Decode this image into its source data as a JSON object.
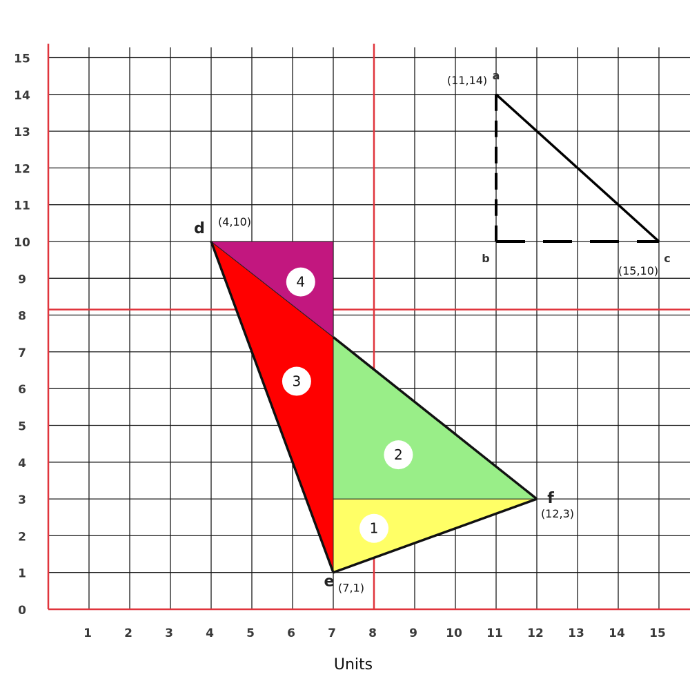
{
  "axis": {
    "x_label": "Units",
    "x_ticks": [
      "1",
      "2",
      "3",
      "4",
      "5",
      "6",
      "7",
      "8",
      "9",
      "10",
      "11",
      "12",
      "13",
      "14",
      "15"
    ],
    "y_ticks": [
      "0",
      "1",
      "2",
      "3",
      "4",
      "5",
      "6",
      "7",
      "8",
      "9",
      "10",
      "11",
      "12",
      "13",
      "14",
      "15"
    ],
    "x_range": [
      0,
      16
    ],
    "y_range": [
      0,
      15
    ]
  },
  "colors": {
    "grid": "#1a1a1a",
    "red_grid": "#e0343c",
    "yellow": "#ffff66",
    "green": "#99ee88",
    "red": "#ff0000",
    "purple": "#c2177f",
    "outline": "#111111"
  },
  "vertices": {
    "d": {
      "label": "d",
      "coord_label": "(4,10)",
      "x": 4,
      "y": 10
    },
    "e": {
      "label": "e",
      "coord_label": "(7,1)",
      "x": 7,
      "y": 1
    },
    "f": {
      "label": "f",
      "coord_label": "(12,3)",
      "x": 12,
      "y": 3
    },
    "a": {
      "label": "a",
      "coord_label": "(11,14)",
      "x": 11,
      "y": 14
    },
    "b": {
      "label": "b",
      "x": 11,
      "y": 10
    },
    "c": {
      "label": "c",
      "coord_label": "(15,10)",
      "x": 15,
      "y": 10
    }
  },
  "regions": [
    {
      "number": "1",
      "color": "#ffff66",
      "points": [
        [
          7,
          1
        ],
        [
          12,
          3
        ],
        [
          7,
          3
        ]
      ],
      "label_at": [
        8,
        2.2
      ]
    },
    {
      "number": "2",
      "color": "#99ee88",
      "points": [
        [
          7,
          3
        ],
        [
          12,
          3
        ],
        [
          7,
          7.4
        ]
      ],
      "label_at": [
        8.6,
        4.2
      ]
    },
    {
      "number": "3",
      "color": "#ff0000",
      "points": [
        [
          4,
          10
        ],
        [
          7,
          7.4
        ],
        [
          7,
          1
        ]
      ],
      "label_at": [
        6.1,
        6.2
      ]
    },
    {
      "number": "4",
      "color": "#c2177f",
      "points": [
        [
          4,
          10
        ],
        [
          7,
          10
        ],
        [
          7,
          7.4
        ]
      ],
      "label_at": [
        6.2,
        8.9
      ]
    }
  ]
}
